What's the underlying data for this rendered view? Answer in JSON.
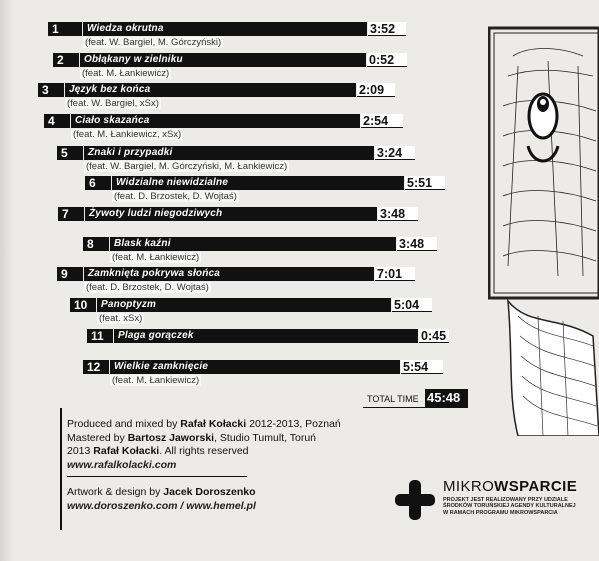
{
  "tracks": [
    {
      "num": "1",
      "title": "Wiedza okrutna",
      "feat": "(feat. W. Bargiel, M. Górczyński)",
      "time": "3:52"
    },
    {
      "num": "2",
      "title": "Obłąkany w zielniku",
      "feat": "(feat. M. Łankiewicz)",
      "time": "0:52"
    },
    {
      "num": "3",
      "title": "Język bez końca",
      "feat": "(feat. W. Bargiel, xSx)",
      "time": "2:09"
    },
    {
      "num": "4",
      "title": "Ciało skazańca",
      "feat": "(feat. M. Łankiewicz, xSx)",
      "time": "2:54"
    },
    {
      "num": "5",
      "title": "Znaki i przypadki",
      "feat": "(feat. W. Bargiel, M. Górczyński, M. Łankiewicz)",
      "time": "3:24"
    },
    {
      "num": "6",
      "title": "Widzialne niewidzialne",
      "feat": "(feat. D. Brzostek, D. Wojtaś)",
      "time": "5:51"
    },
    {
      "num": "7",
      "title": "Żywoty ludzi niegodziwych",
      "feat": "",
      "time": "3:48"
    },
    {
      "num": "8",
      "title": "Blask kaźni",
      "feat": "(feat. M. Łankiewicz)",
      "time": "3:48"
    },
    {
      "num": "9",
      "title": "Zamknięta pokrywa słońca",
      "feat": "(feat. D. Brzostek, D. Wojtaś)",
      "time": "7:01"
    },
    {
      "num": "10",
      "title": "Panoptyzm",
      "feat": "(feat. xSx)",
      "time": "5:04"
    },
    {
      "num": "11",
      "title": "Plaga gorączek",
      "feat": "",
      "time": "0:45"
    },
    {
      "num": "12",
      "title": "Wielkie zamknięcie",
      "feat": "(feat. M. Łankiewicz)",
      "time": "5:54"
    }
  ],
  "total": {
    "label": "TOTAL TIME",
    "time": "45:48"
  },
  "credits": {
    "produced_prefix": "Produced and mixed by ",
    "producer": "Rafał Kołacki",
    "produced_suffix": " 2012-2013, Poznań",
    "mastered_prefix": "Mastered by ",
    "mastering_engineer": "Bartosz Jaworski",
    "mastered_suffix": ", Studio Tumult, Toruń",
    "copyright_prefix": "2013 ",
    "copyright_owner": "Rafał Kołacki",
    "copyright_suffix": ". All rights reserved",
    "url1": "www.rafalkolacki.com",
    "artwork_prefix": "Artwork & design by ",
    "artist": "Jacek Doroszenko",
    "url2": "www.doroszenko.com",
    "url_sep": " / ",
    "url3": "www.hemel.pl"
  },
  "logo": {
    "title_light": "MIKRO",
    "title_bold": "WSPARCIE",
    "sub1": "PROJEKT JEST REALIZOWANY PRZY UDZIALE",
    "sub2": "ŚRODKÓW TORUŃSKIEJ AGENDY KULTURALNEJ",
    "sub3": "W RAMACH PROGRAMU MIKROWSPARCIA"
  }
}
